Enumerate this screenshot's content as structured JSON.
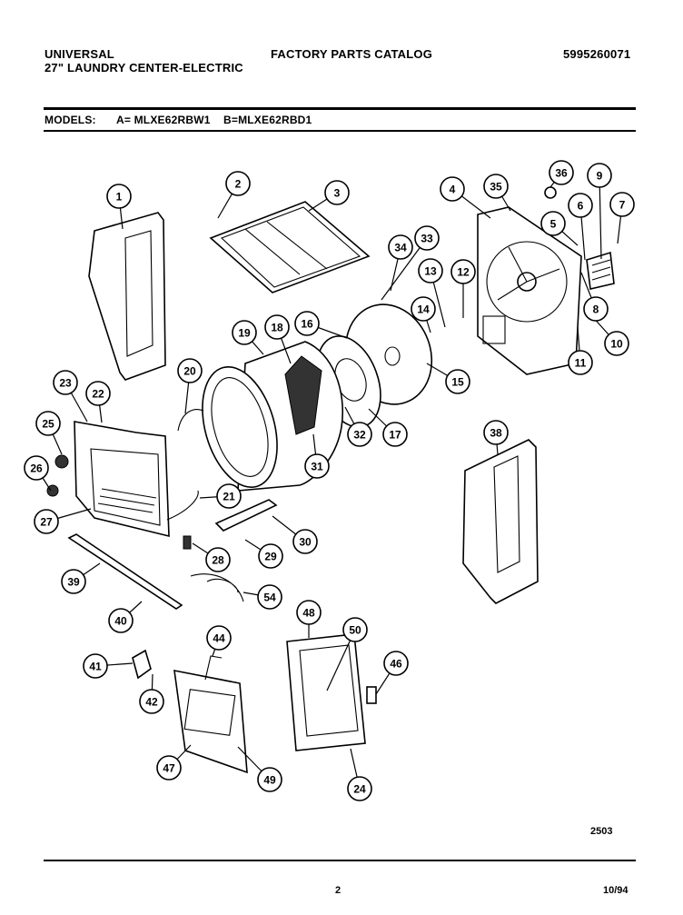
{
  "header": {
    "brand": "UNIVERSAL",
    "subtitle": "27\" LAUNDRY CENTER-ELECTRIC",
    "catalog": "FACTORY PARTS CATALOG",
    "catalog_number": "5995260071"
  },
  "models": {
    "label": "MODELS:",
    "model_a": "A= MLXE62RBW1",
    "model_b": "B=MLXE62RBD1"
  },
  "diagram": {
    "callouts": [
      "1",
      "2",
      "3",
      "4",
      "35",
      "36",
      "9",
      "7",
      "6",
      "5",
      "8",
      "10",
      "11",
      "12",
      "13",
      "14",
      "33",
      "34",
      "16",
      "15",
      "17",
      "19",
      "18",
      "20",
      "23",
      "22",
      "25",
      "26",
      "27",
      "32",
      "31",
      "21",
      "30",
      "29",
      "28",
      "39",
      "40",
      "54",
      "38",
      "48",
      "50",
      "46",
      "24",
      "44",
      "41",
      "42",
      "47",
      "49"
    ],
    "page_code": "2503"
  },
  "footer": {
    "page_number": "2",
    "date": "10/94"
  }
}
